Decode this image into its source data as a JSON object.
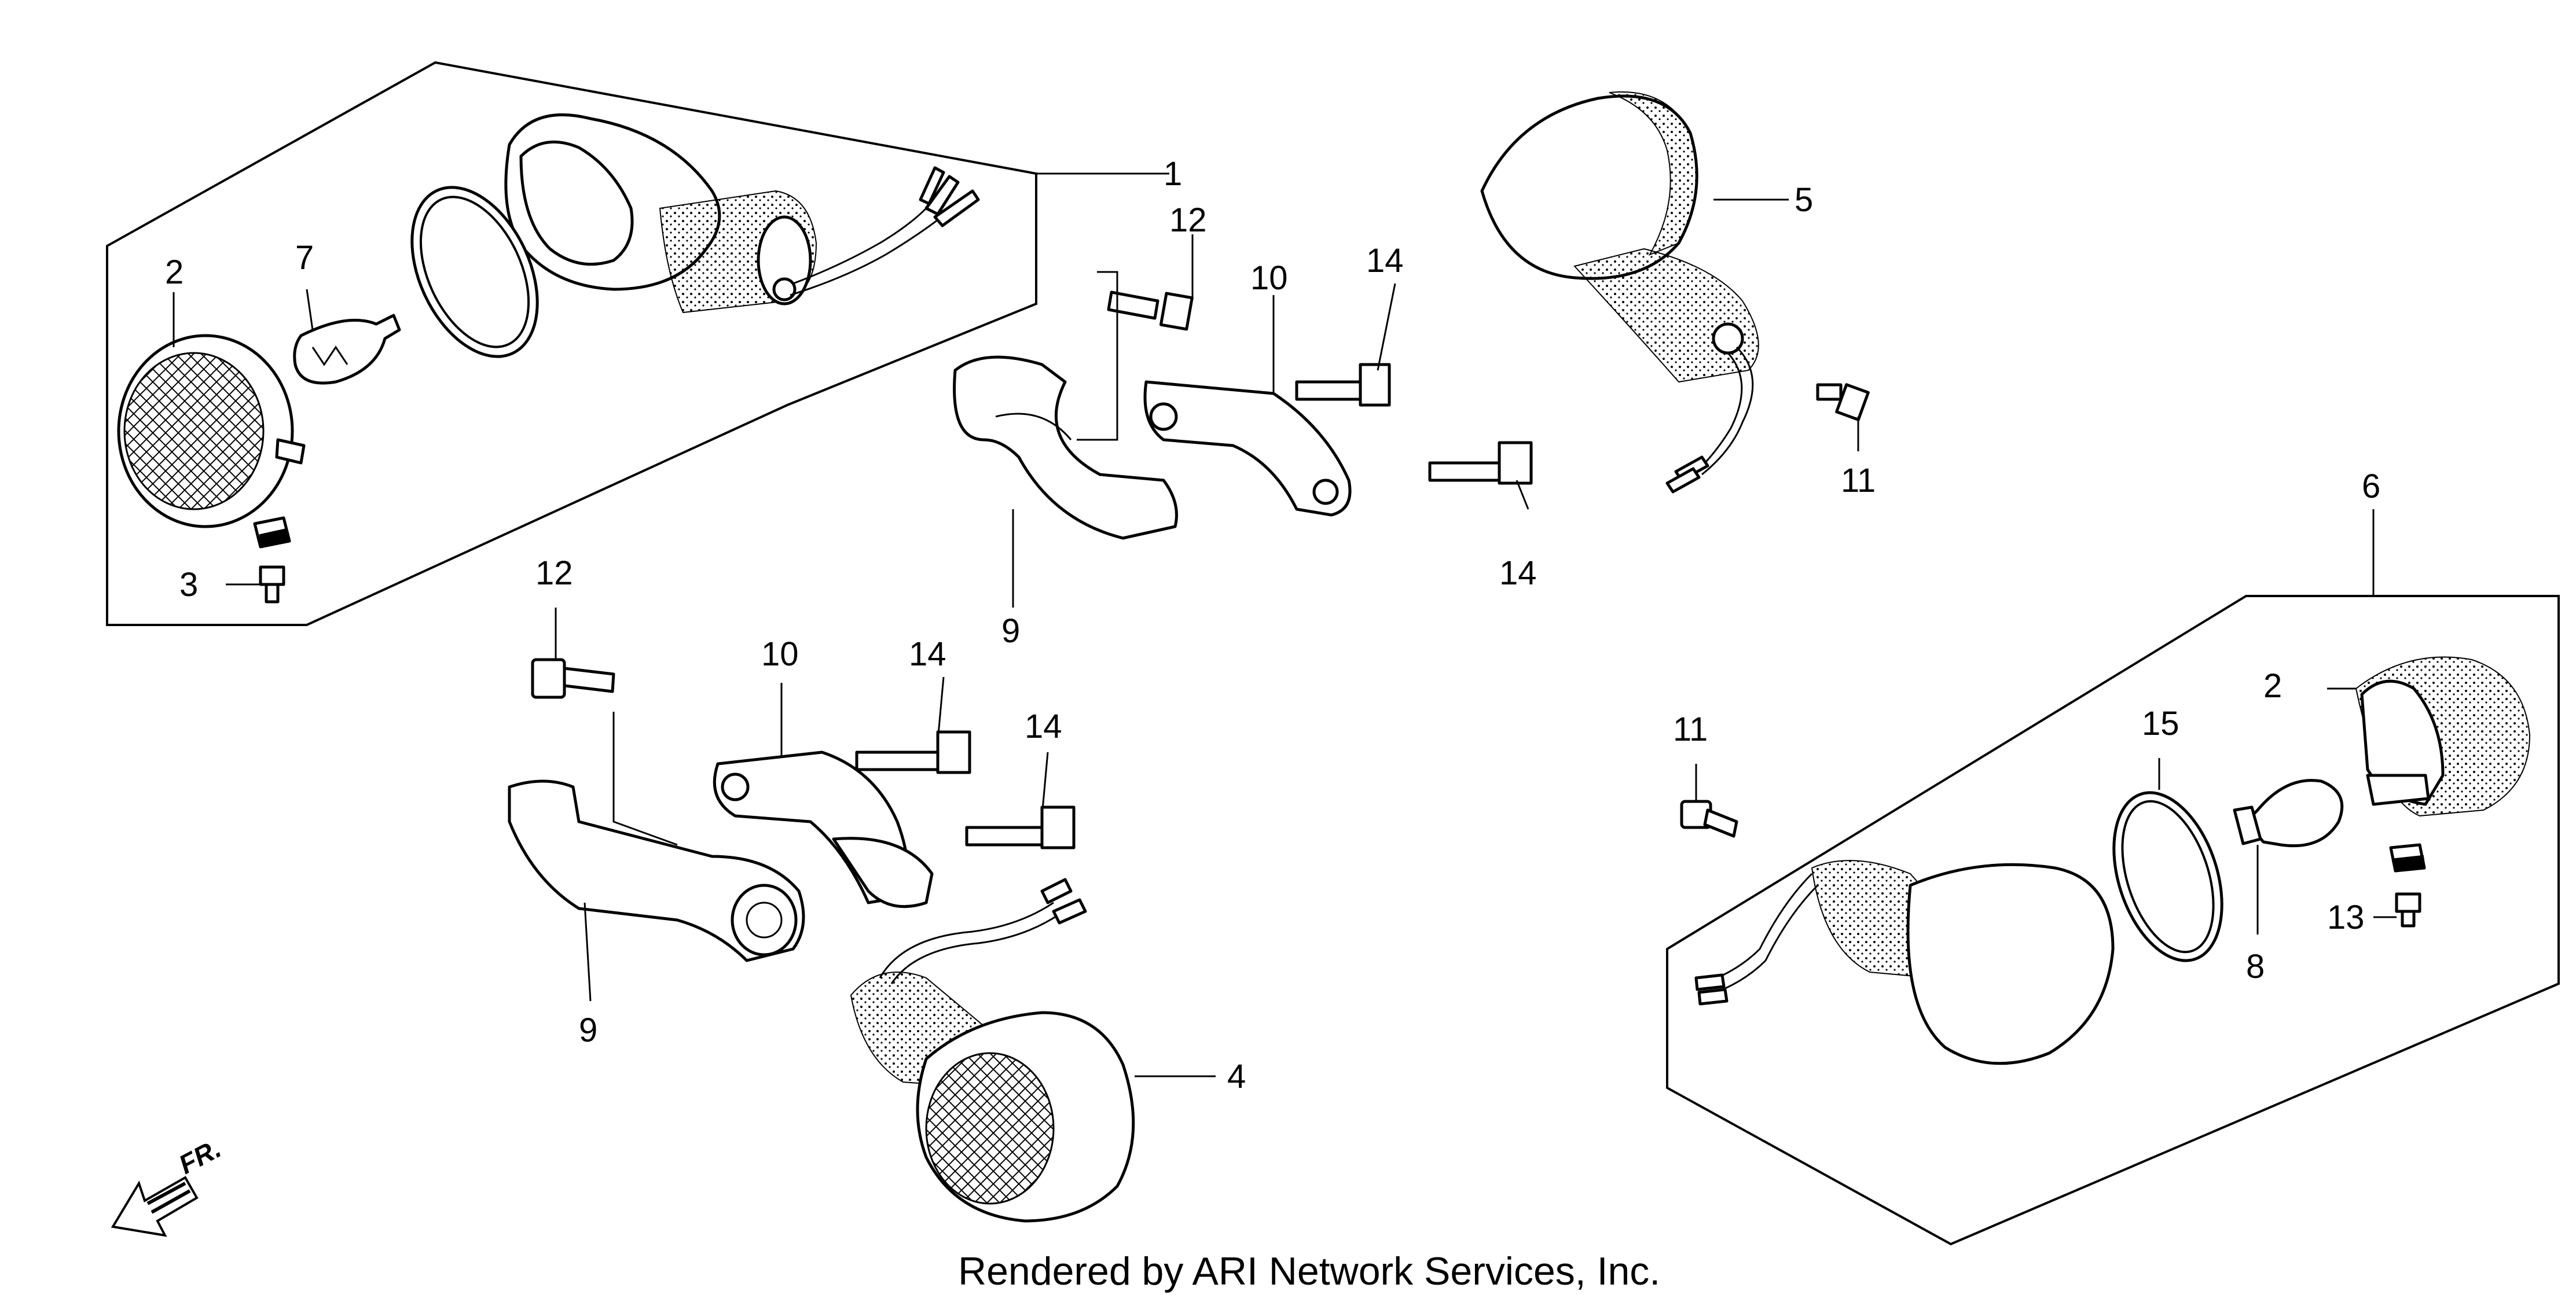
{
  "diagram": {
    "callouts": {
      "c1": "1",
      "c2a": "2",
      "c2b": "2",
      "c3": "3",
      "c4": "4",
      "c5": "5",
      "c6": "6",
      "c7": "7",
      "c8": "8",
      "c9a": "9",
      "c9b": "9",
      "c10a": "10",
      "c10b": "10",
      "c11a": "11",
      "c11b": "11",
      "c12a": "12",
      "c12b": "12",
      "c13": "13",
      "c14a": "14",
      "c14b": "14",
      "c14c": "14",
      "c14d": "14",
      "c15": "15"
    },
    "direction_label": "FR.",
    "credit": "Rendered by ARI Network Services, Inc."
  }
}
